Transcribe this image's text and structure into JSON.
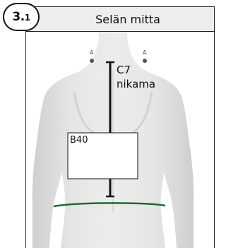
{
  "badge": {
    "number_main": "3.",
    "number_sub": "1"
  },
  "header": {
    "title": "Selän mitta"
  },
  "figure": {
    "vertebra_label_line1": "C7",
    "vertebra_label_line2": "nikama",
    "box_label": "B40",
    "waist_line_color": "#1e6b33",
    "body_color": "#e2e2e2",
    "marker_color": "#111111"
  }
}
